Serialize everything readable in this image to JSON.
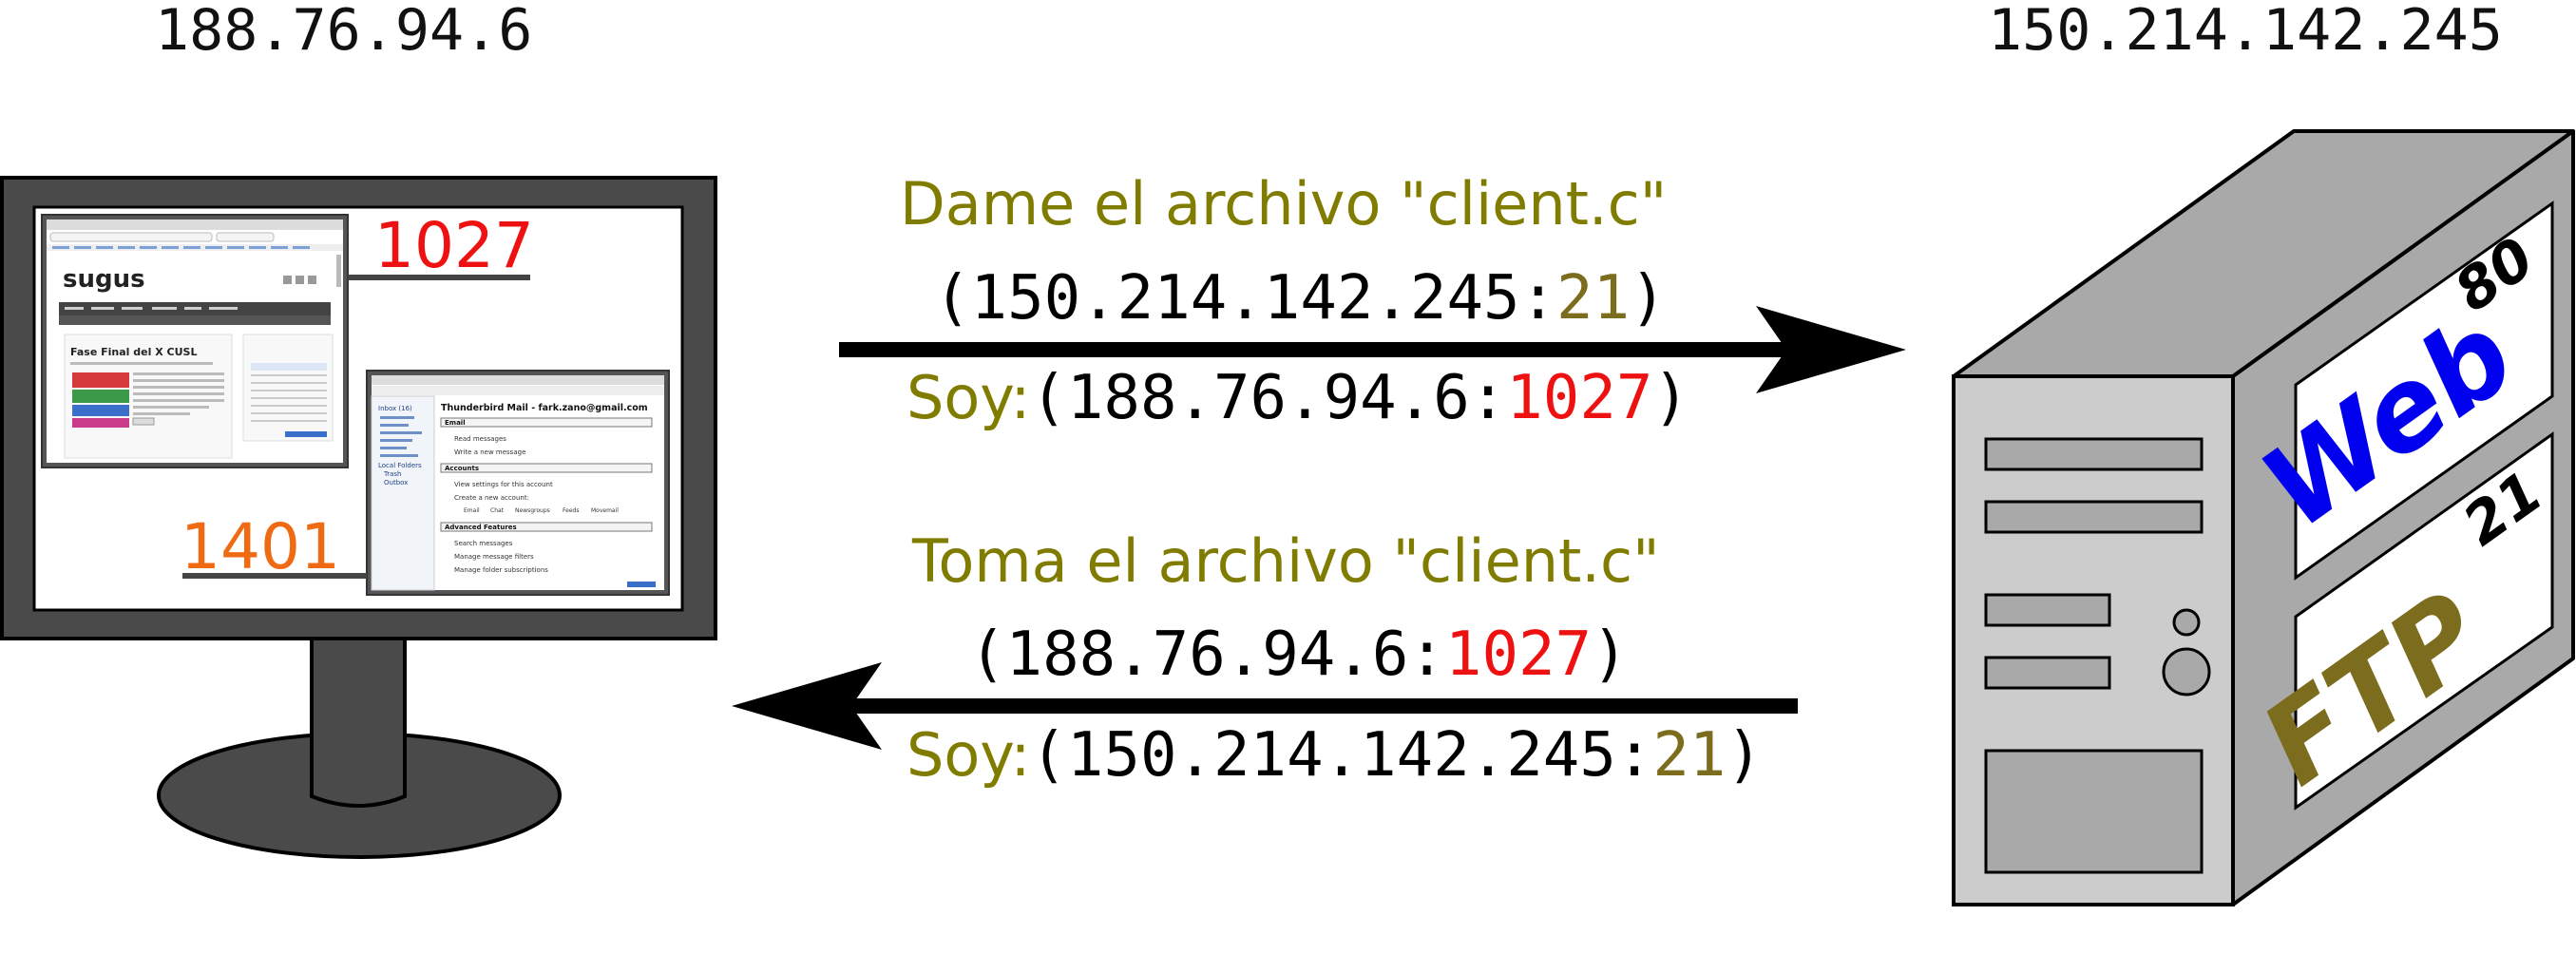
{
  "client": {
    "ip": "188.76.94.6",
    "browser_port": "1027",
    "mail_port": "1401",
    "browser_window": {
      "logo": "sugus",
      "article_title": "Fase Final del X CUSL"
    },
    "mail_window": {
      "title": "Thunderbird Mail - fark.zano@gmail.com",
      "sections": [
        "Email",
        "Accounts",
        "Advanced Features"
      ],
      "items": {
        "email": [
          "Read messages",
          "Write a new message"
        ],
        "accounts": [
          "View settings for this account",
          "Create a new account:"
        ],
        "advanced": [
          "Search messages",
          "Manage message filters",
          "Manage folder subscriptions"
        ]
      },
      "account_types": [
        "Email",
        "Chat",
        "Newsgroups",
        "Feeds",
        "Movemail"
      ],
      "folders": [
        "Inbox (16)",
        "Local Folders",
        "Trash",
        "Outbox"
      ]
    }
  },
  "server": {
    "ip": "150.214.142.245",
    "services": [
      {
        "name": "Web",
        "port": "80",
        "color": "#0000ee"
      },
      {
        "name": "FTP",
        "port": "21",
        "color": "#7b6c1e"
      }
    ]
  },
  "request": {
    "line1": "Dame el archivo \"client.c\"",
    "dest_prefix": "(150.214.142.245:",
    "dest_port": "21",
    "dest_suffix": ")",
    "src_label": "Soy:",
    "src_prefix": "(188.76.94.6:",
    "src_port": "1027",
    "src_suffix": ")"
  },
  "response": {
    "line1": "Toma el archivo \"client.c\"",
    "dest_prefix": "(188.76.94.6:",
    "dest_port": "1027",
    "dest_suffix": ")",
    "src_label": "Soy:",
    "src_prefix": "(150.214.142.245:",
    "src_port": "21",
    "src_suffix": ")"
  },
  "colors": {
    "olive": "#807c00",
    "port_red": "#ee1111",
    "port_orange": "#f06a14",
    "web_blue": "#0000ee",
    "ftp_olive": "#7b6c1e"
  }
}
